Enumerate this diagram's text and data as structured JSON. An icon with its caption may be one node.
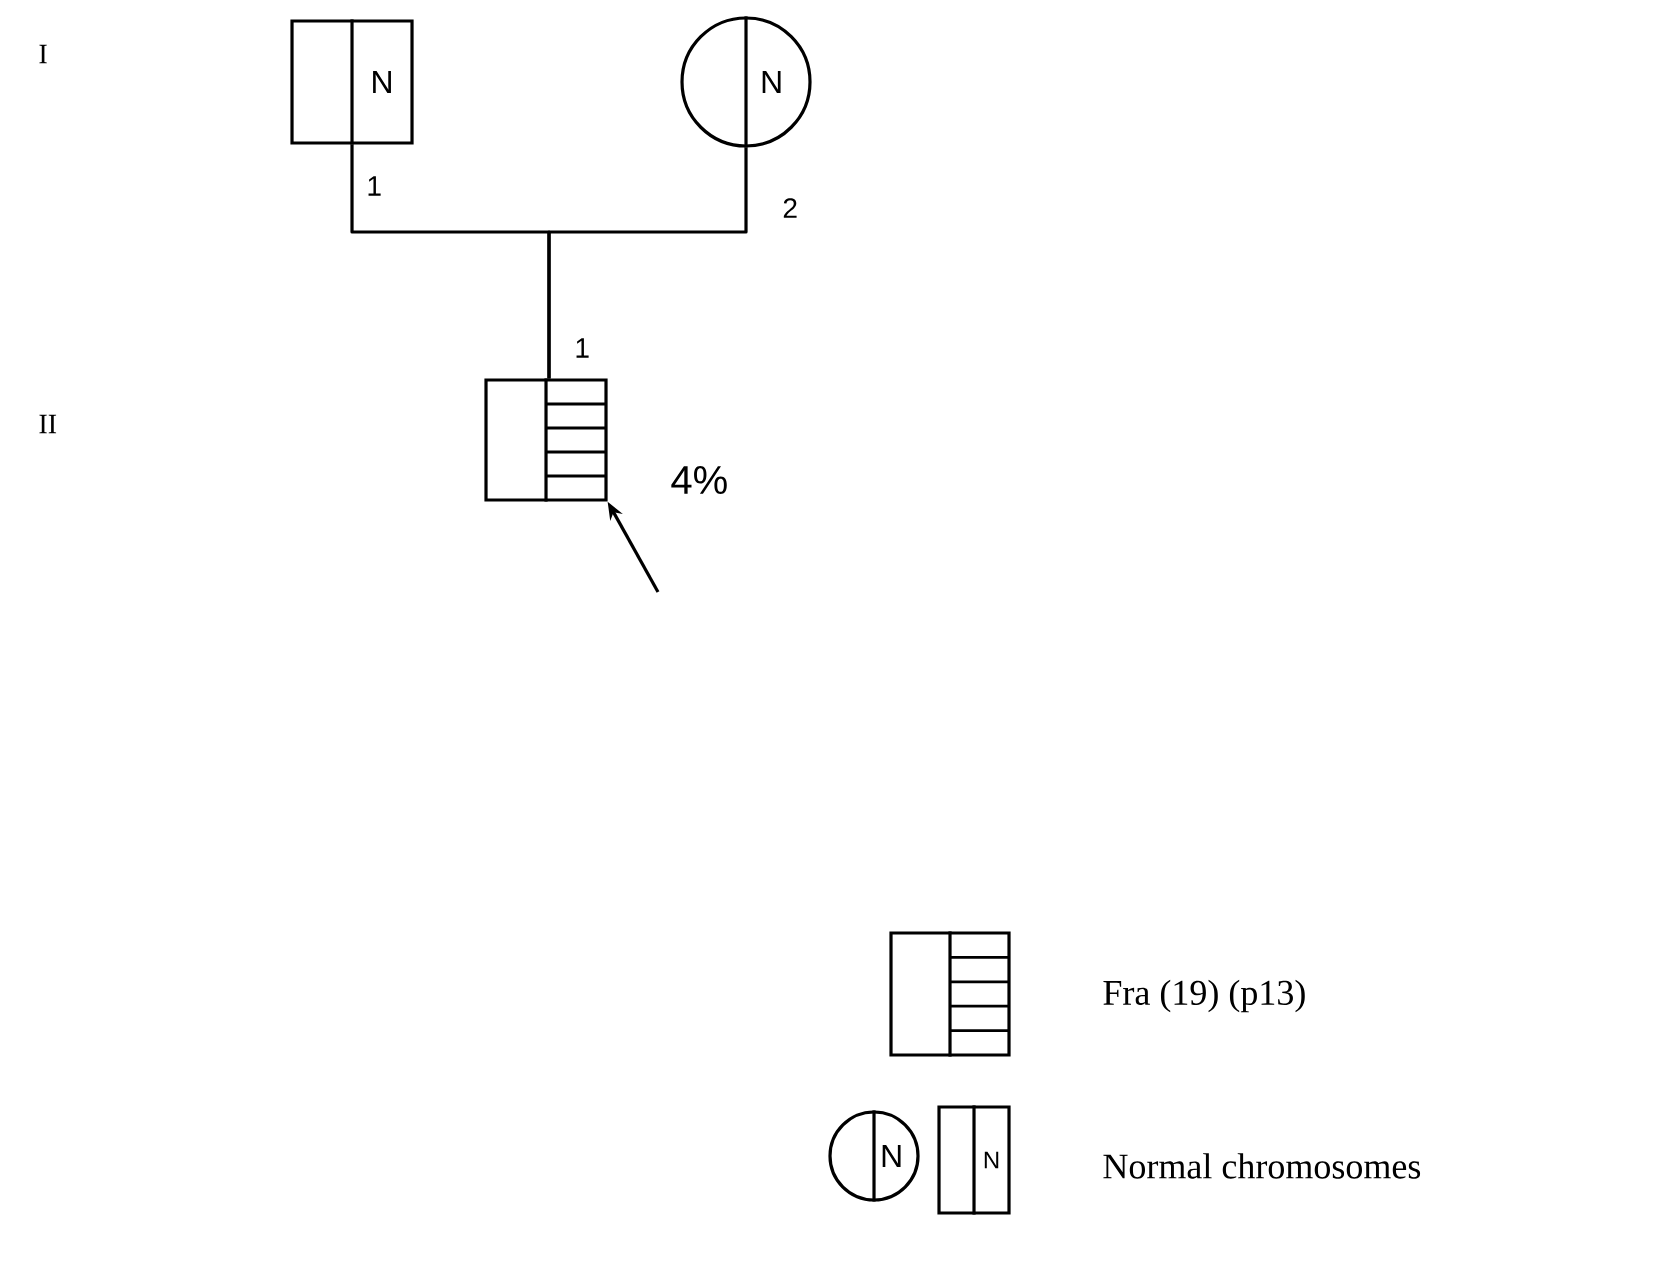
{
  "diagram": {
    "nodes": [
      {
        "text": [
          "N"
        ],
        "beside": [
          "1"
        ]
      },
      {
        "text": [
          "N"
        ],
        "beside": [
          "2"
        ]
      },
      {
        "text": [],
        "shape": "box",
        "beside": [
          "1",
          "4%"
        ]
      },
      {
        "text": [],
        "shape": "box"
      },
      {
        "text": [
          "N"
        ]
      },
      {
        "text": [
          "N"
        ]
      }
    ],
    "edges": [
      {
        "from": 0,
        "to": 2,
        "arrow": "none"
      },
      {
        "from": 1,
        "to": 2,
        "arrow": "none"
      },
      {
        "from": null,
        "to": 2,
        "arrow": "to"
      }
    ],
    "labels": [
      "I",
      "II"
    ],
    "legend": [
      {
        "text": "Fra (19) (p13)"
      },
      {
        "text": "Normal chromosomes"
      }
    ]
  }
}
